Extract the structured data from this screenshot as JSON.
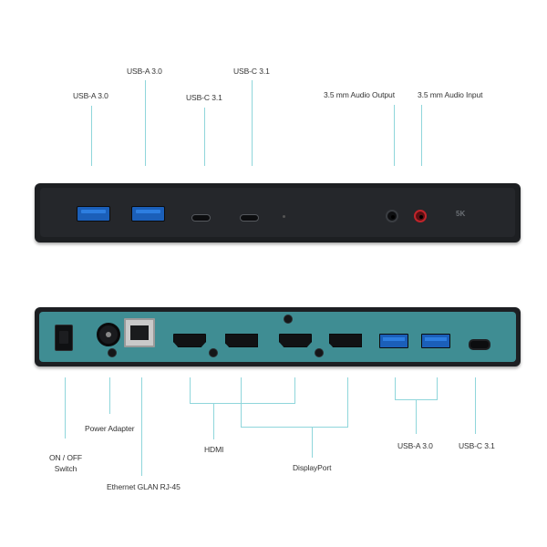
{
  "front_labels": {
    "usba_left": "USB-A 3.0",
    "usba_right": "USB-A 3.0",
    "usbc_left": "USB-C 3.1",
    "usbc_right": "USB-C 3.1",
    "audio_output": "3.5 mm Audio Output",
    "audio_input": "3.5 mm Audio Input"
  },
  "back_labels": {
    "power_adapter": "Power Adapter",
    "switch_line1": "ON / OFF",
    "switch_line2": "Switch",
    "ethernet": "Ethernet GLAN RJ-45",
    "hdmi": "HDMI",
    "displayport": "DisplayPort",
    "usba": "USB-A 3.0",
    "usbc": "USB-C 3.1"
  },
  "device_marks": {
    "logo": "5K"
  },
  "colors": {
    "leader_line": "#8fd6db",
    "back_panel": "#3f8d93",
    "usb_blue": "#1b5fb9",
    "audio_in_red": "#c0242a"
  },
  "icons": [
    "usb-a-port",
    "usb-c-port",
    "audio-jack",
    "power-switch",
    "dc-jack",
    "rj45-port",
    "hdmi-port",
    "displayport-port"
  ]
}
